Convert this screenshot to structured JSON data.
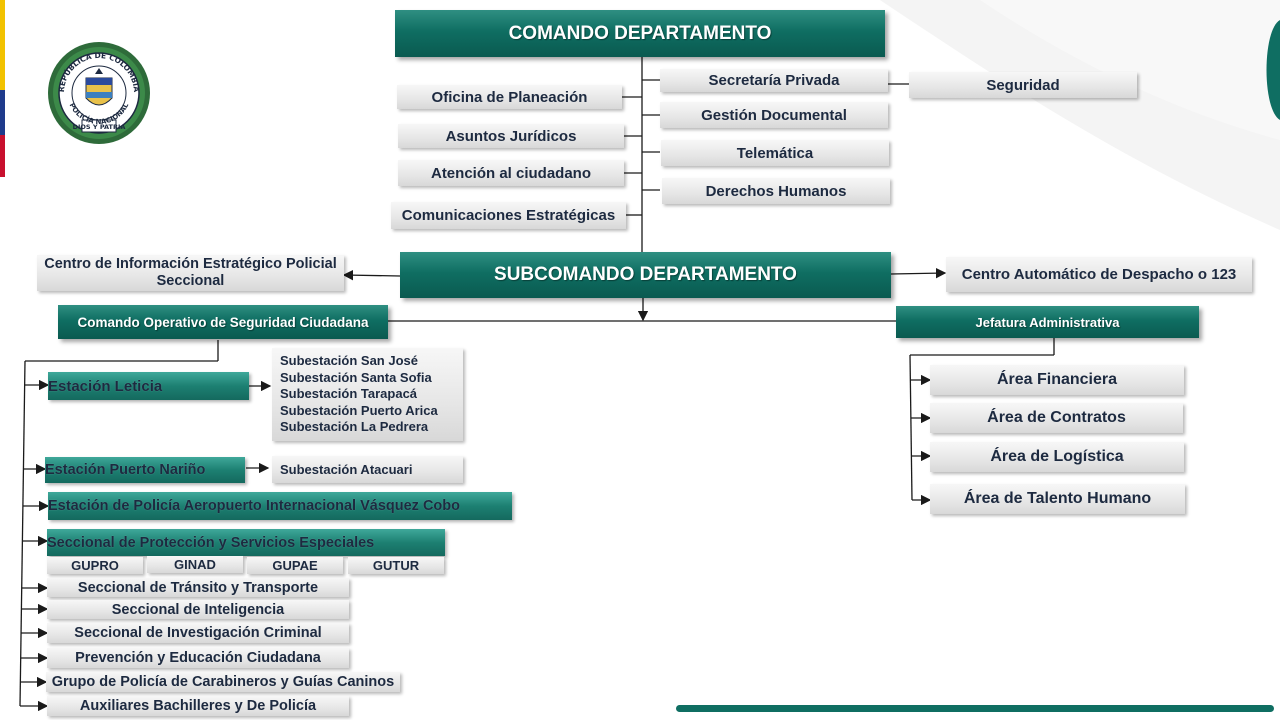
{
  "command": {
    "top": "COMANDO DEPARTAMENTO",
    "sub": "SUBCOMANDO DEPARTAMENTO"
  },
  "left_offices": [
    "Oficina de Planeación",
    "Asuntos Jurídicos",
    "Atención al ciudadano",
    "Comunicaciones Estratégicas"
  ],
  "right_offices": [
    "Secretaría Privada",
    "Gestión Documental",
    "Telemática",
    "Derechos Humanos"
  ],
  "security": "Seguridad",
  "centro_info": "Centro de Información Estratégico Policial Seccional",
  "centro_despacho": "Centro Automático de Despacho o 123",
  "cosec": "Comando Operativo de Seguridad Ciudadana",
  "jefatura": "Jefatura Administrativa",
  "areas": [
    "Área Financiera",
    "Área de Contratos",
    "Área de Logística",
    "Área de Talento Humano"
  ],
  "estaciones": {
    "leticia": "Estación Leticia",
    "leticia_subs": [
      "Subestación San José",
      "Subestación Santa Sofia",
      "Subestación Tarapacá",
      "Subestación Puerto Arica",
      "Subestación La Pedrera"
    ],
    "narino": "Estación Puerto Nariño",
    "narino_sub": "Subestación Atacuari",
    "aeropuerto": "Estación de Policía Aeropuerto Internacional Vásquez Cobo"
  },
  "proteccion": {
    "title": "Seccional de Protección y Servicios Especiales",
    "groups": [
      "GUPRO",
      "GINAD",
      "GUPAE",
      "GUTUR"
    ]
  },
  "seccionales": [
    "Seccional de Tránsito y Transporte",
    "Seccional de Inteligencia",
    "Seccional de Investigación Criminal",
    "Prevención y Educación Ciudadana",
    "Grupo de Policía de Carabineros y Guías Caninos",
    "Auxiliares Bachilleres y De Policía"
  ],
  "seal": {
    "top_text": "REPÚBLICA DE COLOMBIA",
    "bottom_text": "POLICÍA NACIONAL",
    "motto": "DIOS Y PATRIA"
  },
  "colors": {
    "teal": "#0f6e62",
    "label": "#1d2a40",
    "seal_green": "#2e6b3a",
    "flag_yellow": "#f2c200",
    "flag_blue": "#1f3b8c",
    "flag_red": "#c8102e"
  }
}
